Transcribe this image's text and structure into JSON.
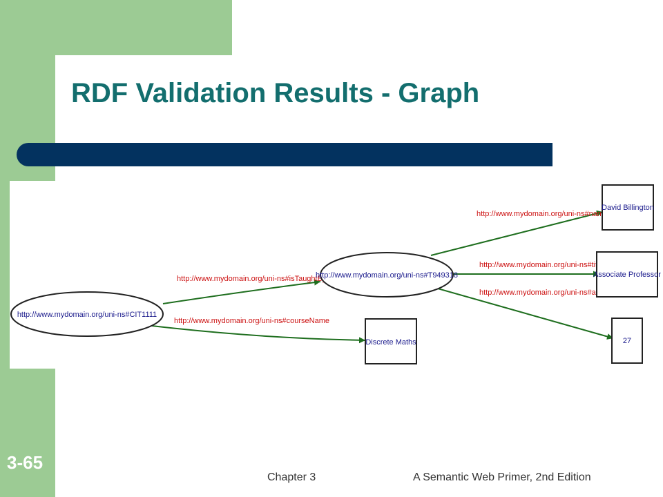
{
  "slide": {
    "title": "RDF Validation Results - Graph",
    "number": "3-65",
    "footer_left": "Chapter 3",
    "footer_right": "A Semantic Web Primer, 2nd Edition"
  },
  "colors": {
    "side_bar": "#9ccb94",
    "title_text": "#136e6e",
    "accent_bar": "#03325f",
    "edge": "#1e6e1e",
    "edge_label": "#cc1111",
    "node_text": "#1a1a8c"
  },
  "graph": {
    "nodes": {
      "course": "http://www.mydomain.org/uni-ns#CIT1111",
      "lecturer": "http://www.mydomain.org/uni-ns#T949318",
      "course_name": "Discrete Maths",
      "name": "David Billington",
      "title": "Associate Professor",
      "age": "27"
    },
    "edges": {
      "is_taught_by": "http://www.mydomain.org/uni-ns#isTaughtBy",
      "course_name": "http://www.mydomain.org/uni-ns#courseName",
      "name": "http://www.mydomain.org/uni-ns#name",
      "title": "http://www.mydomain.org/uni-ns#title",
      "age": "http://www.mydomain.org/uni-ns#age"
    }
  }
}
